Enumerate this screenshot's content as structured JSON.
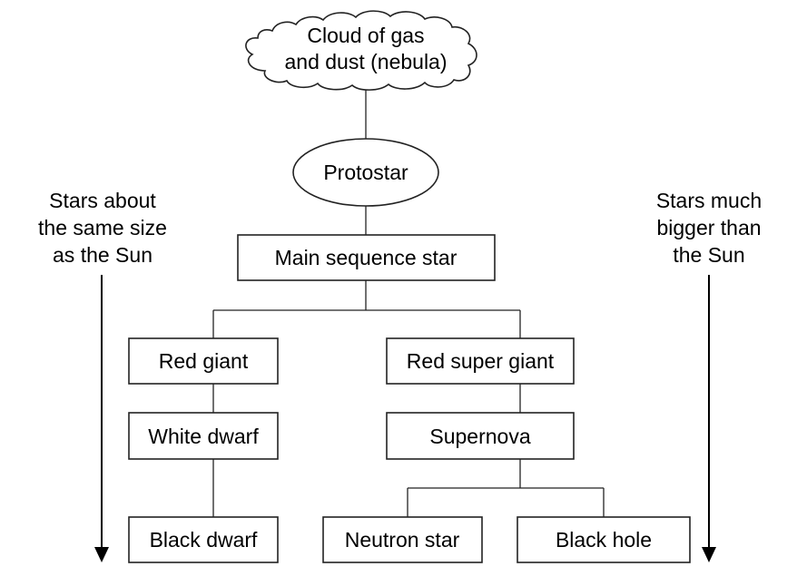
{
  "diagram": {
    "title": "Life cycle of stars",
    "nodes": {
      "nebula": {
        "lines": [
          "Cloud of gas",
          "and dust (nebula)"
        ],
        "shape": "cloud"
      },
      "protostar": {
        "label": "Protostar",
        "shape": "ellipse"
      },
      "main_sequence": {
        "label": "Main sequence star",
        "shape": "rectangle"
      },
      "red_giant": {
        "label": "Red giant",
        "shape": "rectangle"
      },
      "white_dwarf": {
        "label": "White dwarf",
        "shape": "rectangle"
      },
      "black_dwarf": {
        "label": "Black dwarf",
        "shape": "rectangle"
      },
      "red_super_giant": {
        "label": "Red super giant",
        "shape": "rectangle"
      },
      "supernova": {
        "label": "Supernova",
        "shape": "rectangle"
      },
      "neutron_star": {
        "label": "Neutron star",
        "shape": "rectangle"
      },
      "black_hole": {
        "label": "Black hole",
        "shape": "rectangle"
      }
    },
    "edges": [
      [
        "nebula",
        "protostar"
      ],
      [
        "protostar",
        "main_sequence"
      ],
      [
        "main_sequence",
        "red_giant"
      ],
      [
        "main_sequence",
        "red_super_giant"
      ],
      [
        "red_giant",
        "white_dwarf"
      ],
      [
        "white_dwarf",
        "black_dwarf"
      ],
      [
        "red_super_giant",
        "supernova"
      ],
      [
        "supernova",
        "neutron_star"
      ],
      [
        "supernova",
        "black_hole"
      ]
    ],
    "side_labels": {
      "left": {
        "lines": [
          "Stars about",
          "the same size",
          "as the Sun"
        ],
        "arrow": "down"
      },
      "right": {
        "lines": [
          "Stars much",
          "bigger than",
          "the Sun"
        ],
        "arrow": "down"
      }
    },
    "colors": {
      "stroke": "#222222",
      "text": "#000000",
      "background": "#ffffff"
    }
  }
}
